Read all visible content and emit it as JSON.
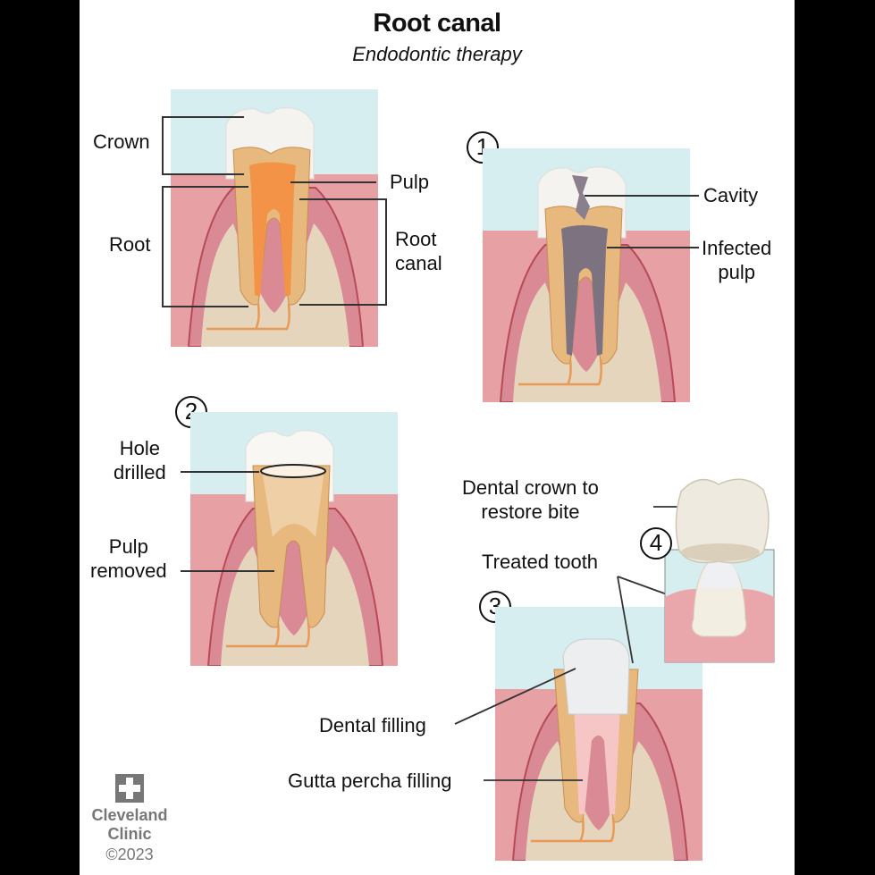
{
  "header": {
    "title": "Root canal",
    "subtitle": "Endodontic therapy"
  },
  "panels": {
    "anatomy": {
      "labels": {
        "crown": "Crown",
        "pulp": "Pulp",
        "root": "Root",
        "root_canal_1": "Root",
        "root_canal_2": "canal"
      }
    },
    "step1": {
      "number": "1",
      "labels": {
        "cavity": "Cavity",
        "infected_1": "Infected",
        "infected_2": "pulp"
      }
    },
    "step2": {
      "number": "2",
      "labels": {
        "hole_1": "Hole",
        "hole_2": "drilled",
        "pulp_removed_1": "Pulp",
        "pulp_removed_2": "removed"
      }
    },
    "step3": {
      "number": "3",
      "labels": {
        "dental_filling": "Dental filling",
        "gutta_percha": "Gutta percha filling"
      }
    },
    "step4": {
      "number": "4",
      "labels": {
        "crown_1": "Dental crown to",
        "crown_2": "restore bite",
        "treated_tooth": "Treated tooth"
      }
    }
  },
  "branding": {
    "org_line1": "Cleveland",
    "org_line2": "Clinic",
    "copyright": "©2023"
  },
  "colors": {
    "sky": "#d6eef0",
    "gum": "#e8a0a4",
    "gum_dark": "#c4545e",
    "bone": "#e6d5bd",
    "dentin": "#e8b97e",
    "pulp": "#f08c3c",
    "enamel": "#f6f4f0",
    "infected": "#8a7f8c",
    "filling_pink": "#f6c6c6",
    "logo_gray": "#777777"
  }
}
